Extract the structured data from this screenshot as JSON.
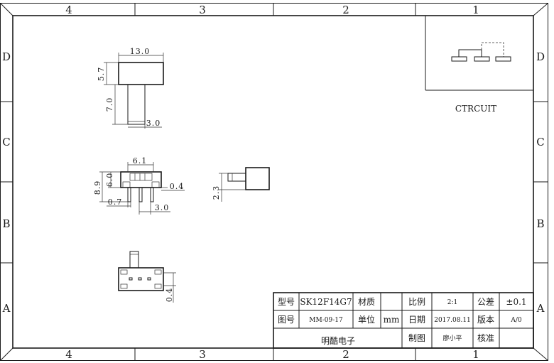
{
  "zones": {
    "top": [
      "4",
      "3",
      "2",
      "1"
    ],
    "bottom": [
      "4",
      "3",
      "2",
      "1"
    ],
    "left": [
      "D",
      "C",
      "B",
      "A"
    ],
    "right": [
      "D",
      "C",
      "B",
      "A"
    ]
  },
  "dimensions": {
    "side_width": "13.0",
    "side_body_height": "5.7",
    "side_shaft_length": "7.0",
    "side_shaft_width": "3.0",
    "front_width": "6.1",
    "front_total_height": "8.9",
    "front_body_height": "6.0",
    "front_pin_gap": "0.4",
    "front_pin_width": "0.7",
    "front_pitch": "3.0",
    "end_height": "2.3",
    "bottom_offset": "0.4"
  },
  "circuit": {
    "label": "CTRCUIT"
  },
  "title_block": {
    "model_label": "型号",
    "model_value": "SK12F14G7",
    "material_label": "材质",
    "material_value": "",
    "scale_label": "比例",
    "scale_value": "2:1",
    "tolerance_label": "公差",
    "tolerance_value": "±0.1",
    "drawing_no_label": "图号",
    "drawing_no_value": "MM-09-17",
    "unit_label": "单位",
    "unit_value": "mm",
    "date_label": "日期",
    "date_value": "2017.08.11",
    "version_label": "版本",
    "version_value": "A/0",
    "company": "明酷电子",
    "drafter_label": "制图",
    "drafter_value": "廖小平",
    "approval_label": "核准",
    "approval_value": ""
  }
}
